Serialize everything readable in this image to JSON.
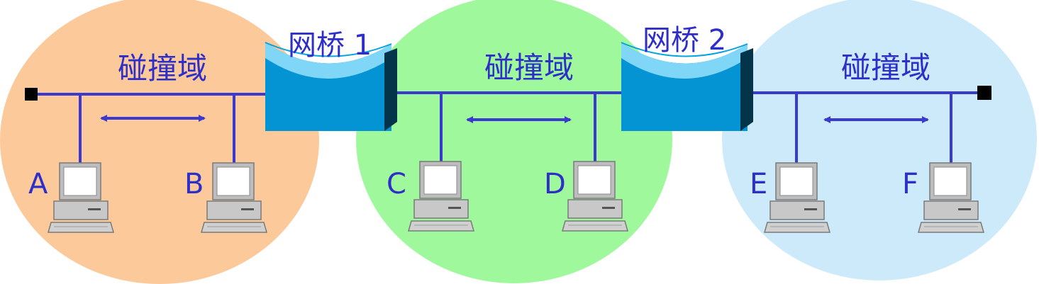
{
  "colors": {
    "domain_left": "#fbc99a",
    "domain_middle": "#9ff99c",
    "domain_right": "#cdeafb",
    "line": "#3a3ad0",
    "bridge_front": "#0494d4",
    "bridge_top": "#7fd6f7",
    "bridge_side": "#033449"
  },
  "domains": [
    {
      "id": "left",
      "label": "碰撞域",
      "hosts": [
        "A",
        "B"
      ]
    },
    {
      "id": "middle",
      "label": "碰撞域",
      "hosts": [
        "C",
        "D"
      ]
    },
    {
      "id": "right",
      "label": "碰撞域",
      "hosts": [
        "E",
        "F"
      ]
    }
  ],
  "bridges": [
    {
      "label": "网桥 1",
      "icon": "bridge-icon"
    },
    {
      "label": "网桥 2",
      "icon": "bridge-icon"
    }
  ],
  "host_icon": "computer-icon"
}
